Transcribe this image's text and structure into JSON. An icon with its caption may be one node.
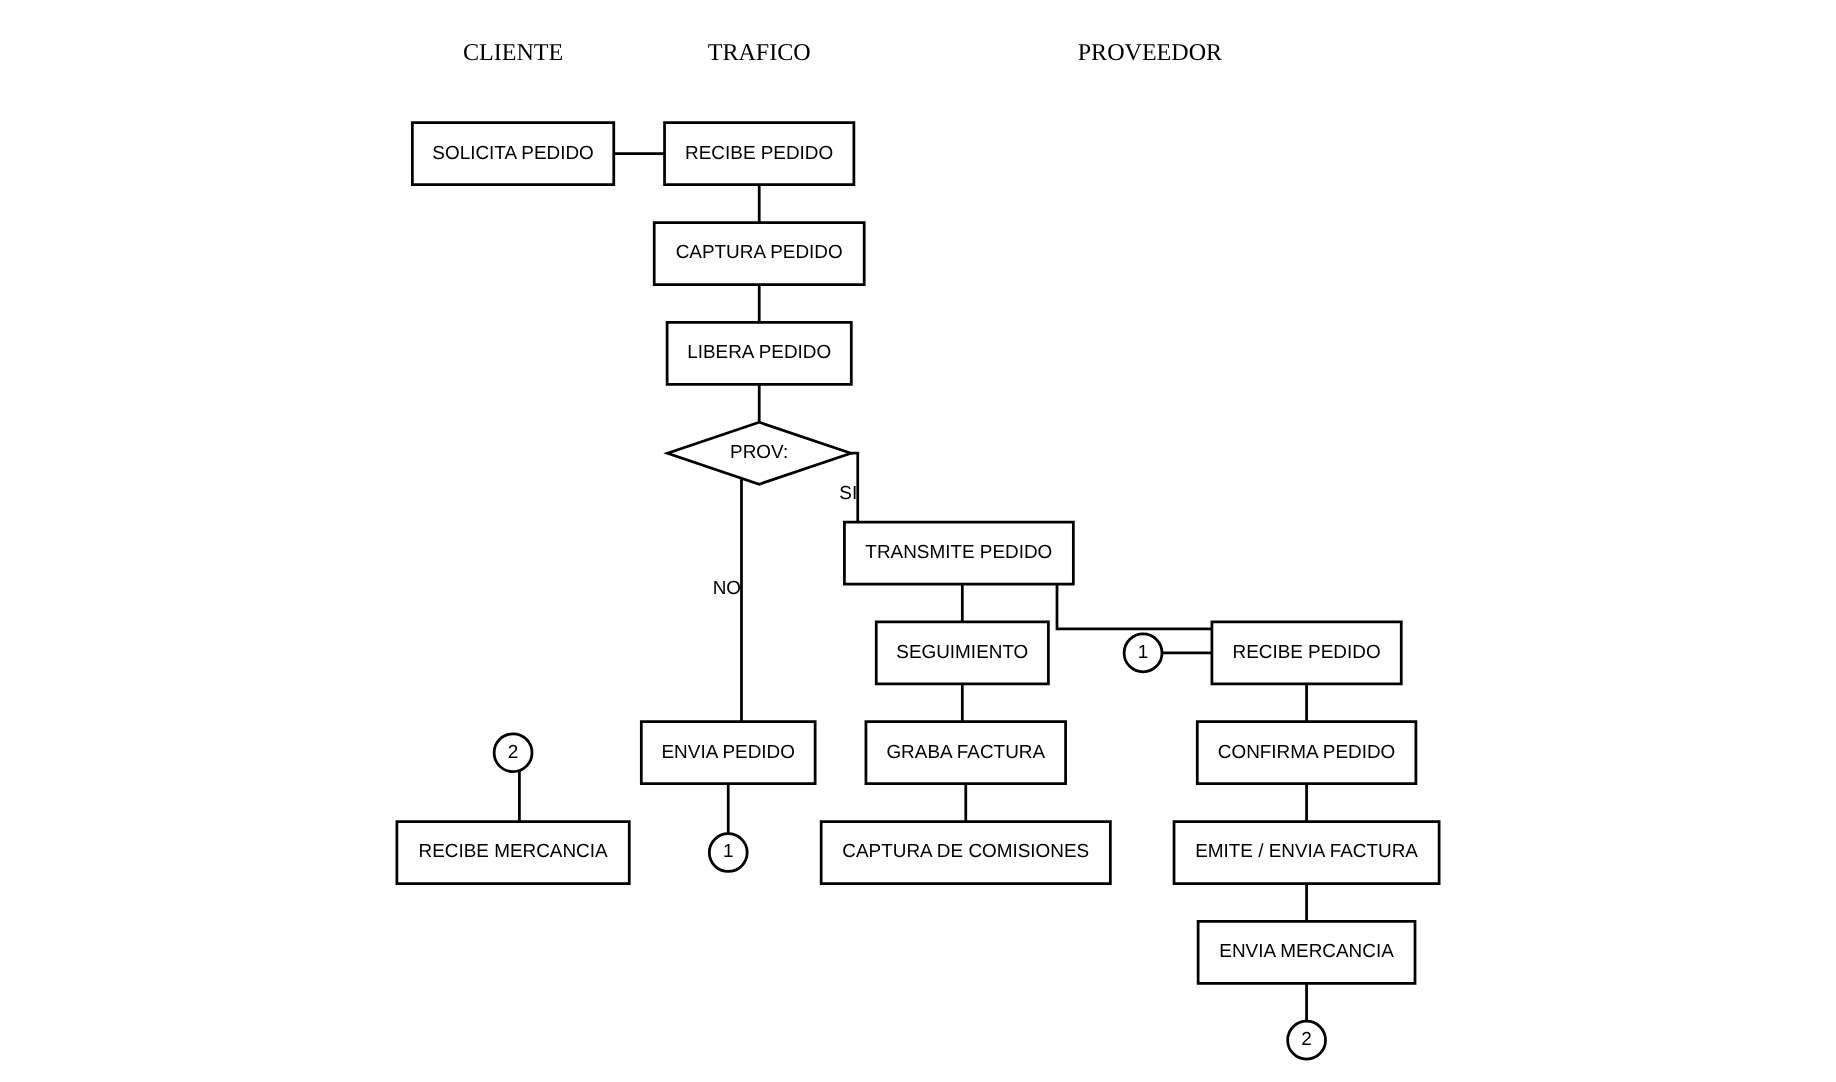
{
  "diagram": {
    "nodes": [
      {
        "text": [
          "SOLICITA PEDIDO"
        ]
      },
      {
        "text": [
          "RECIBE PEDIDO"
        ]
      },
      {
        "text": [
          "CAPTURA PEDIDO"
        ]
      },
      {
        "text": [
          "LIBERA PEDIDO"
        ]
      },
      {
        "text": [
          "PROV:"
        ]
      },
      {
        "text": [
          "ENVIA PEDIDO"
        ]
      },
      {
        "text": [
          "1"
        ]
      },
      {
        "text": [
          "TRANSMITE PEDIDO"
        ]
      },
      {
        "text": [
          "SEGUIMIENTO"
        ]
      },
      {
        "text": [
          "GRABA FACTURA"
        ]
      },
      {
        "text": [
          "CAPTURA DE COMISIONES"
        ]
      },
      {
        "text": [
          "1"
        ]
      },
      {
        "text": [
          "RECIBE PEDIDO"
        ]
      },
      {
        "text": [
          "CONFIRMA PEDIDO"
        ]
      },
      {
        "text": [
          "EMITE / ENVIA FACTURA"
        ]
      },
      {
        "text": [
          "ENVIA MERCANCIA"
        ]
      },
      {
        "text": [
          "2"
        ]
      },
      {
        "text": [
          "2"
        ]
      },
      {
        "text": [
          "RECIBE MERCANCIA"
        ]
      }
    ],
    "edges": [
      {
        "from": 0,
        "to": 1,
        "arrow": "none"
      },
      {
        "from": 1,
        "to": 2,
        "arrow": "none"
      },
      {
        "from": 2,
        "to": 3,
        "arrow": "none"
      },
      {
        "from": 3,
        "to": 4,
        "arrow": "none"
      },
      {
        "from": 4,
        "to": 7,
        "arrow": "none",
        "label": "SI"
      },
      {
        "from": 4,
        "to": 5,
        "arrow": "none",
        "label": "NO"
      },
      {
        "from": 5,
        "to": 6,
        "arrow": "none"
      },
      {
        "from": 7,
        "to": 8,
        "arrow": "none"
      },
      {
        "from": 8,
        "to": 9,
        "arrow": "none"
      },
      {
        "from": 9,
        "to": 10,
        "arrow": "none"
      },
      {
        "from": 11,
        "to": 12,
        "arrow": "none"
      },
      {
        "from": 7,
        "to": 12,
        "arrow": "none"
      },
      {
        "from": 12,
        "to": 13,
        "arrow": "none"
      },
      {
        "from": 13,
        "to": 14,
        "arrow": "none"
      },
      {
        "from": 14,
        "to": 15,
        "arrow": "none"
      },
      {
        "from": 15,
        "to": 16,
        "arrow": "none"
      },
      {
        "from": 17,
        "to": 18,
        "arrow": "none"
      }
    ],
    "labels": [
      "CLIENTE",
      "TRAFICO",
      "PROVEEDOR"
    ]
  }
}
